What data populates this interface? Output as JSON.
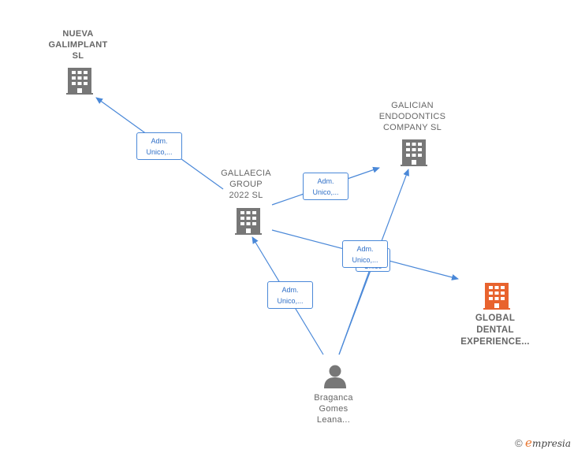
{
  "nodes": {
    "nueva": {
      "lines": [
        "NUEVA",
        "GALIMPLANT",
        "SL"
      ]
    },
    "gallaecia": {
      "lines": [
        "GALLAECIA",
        "GROUP",
        "2022  SL"
      ]
    },
    "galician": {
      "lines": [
        "GALICIAN",
        "ENDODONTICS",
        "COMPANY  SL"
      ]
    },
    "global": {
      "lines": [
        "GLOBAL",
        "DENTAL",
        "EXPERIENCE..."
      ]
    },
    "person": {
      "lines": [
        "Braganca",
        "Gomes",
        "Leana..."
      ]
    }
  },
  "edge_labels": {
    "to_nueva": {
      "line1": "Adm.",
      "line2": "Unico,..."
    },
    "to_galician": {
      "line1": "Adm.",
      "line2": "Unico,..."
    },
    "to_global": {
      "line1": "Adm.",
      "line2": "Unico,..."
    },
    "to_global_behind": {
      "line1": "Unico"
    },
    "person_to_gallaecia": {
      "line1": "Adm.",
      "line2": "Unico,..."
    }
  },
  "colors": {
    "edge": "#4a88d8",
    "company_icon": "#777777",
    "highlight_icon": "#e8632e",
    "person_icon": "#777777"
  },
  "brand": {
    "copyright": "©",
    "e": "e",
    "rest": "mpresia"
  }
}
